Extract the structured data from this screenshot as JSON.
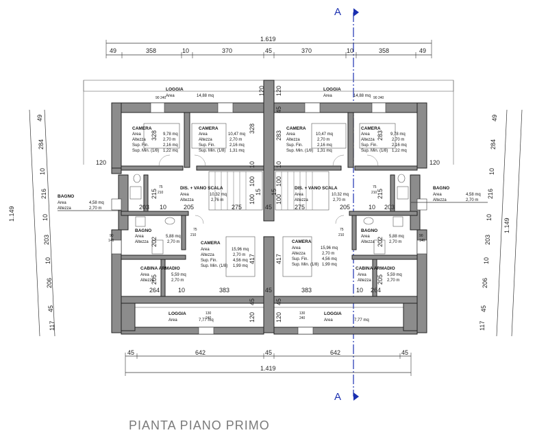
{
  "title": "PIANTA PIANO PRIMO",
  "section_marker": "A",
  "dimensions": {
    "top_total": "1.619",
    "top_parts": [
      "49",
      "358",
      "10",
      "370",
      "45",
      "370",
      "10",
      "358",
      "49"
    ],
    "bottom_parts": [
      "45",
      "642",
      "45",
      "642",
      "45"
    ],
    "bottom_total": "1.419",
    "side_total": "1.149",
    "left_parts": [
      "49",
      "284",
      "10",
      "216",
      "10",
      "203",
      "10",
      "206",
      "45",
      "117"
    ],
    "right_parts": [
      "49",
      "284",
      "10",
      "216",
      "10",
      "203",
      "10",
      "206",
      "45",
      "117"
    ],
    "interior": {
      "d120": "120",
      "d328": "328",
      "d283": "283",
      "d45": "45",
      "d100": "100",
      "d15": "15",
      "d275": "275",
      "d205": "205",
      "d203": "203",
      "d10": "10",
      "d215": "215",
      "d75": "75",
      "d210": "210",
      "d202": "202",
      "d417": "417",
      "d264": "264",
      "d383": "383",
      "d90": "90",
      "d140": "140",
      "d240": "240",
      "d130": "130"
    }
  },
  "labels": {
    "area": "Area",
    "altezza": "Altezza",
    "sup_fin": "Sup. Fin.",
    "sup_min": "Sup. Min. (1/8)",
    "h270": "2,70 m",
    "h276": "2,76 m"
  },
  "rooms": {
    "loggia_top_l": {
      "name": "LOGGIA",
      "area": "14,88 mq"
    },
    "loggia_top_r": {
      "name": "LOGGIA",
      "area": "14,88 mq"
    },
    "camera_a": {
      "name": "CAMERA",
      "area": "9,78 mq",
      "sup_fin": "2,16 mq",
      "sup_min": "1,22 mq"
    },
    "camera_b": {
      "name": "CAMERA",
      "area": "10,47 mq",
      "sup_fin": "2,16 mq",
      "sup_min": "1,31 mq"
    },
    "camera_c": {
      "name": "CAMERA",
      "area": "10,47 mq",
      "sup_fin": "2,16 mq",
      "sup_min": "1,31 mq"
    },
    "camera_d": {
      "name": "CAMERA",
      "area": "9,78 mq",
      "sup_fin": "2,16 mq",
      "sup_min": "1,22 mq"
    },
    "dis_l": {
      "name": "DIS. + VANO SCALA",
      "area": "10,32 mq"
    },
    "dis_r": {
      "name": "DIS. + VANO SCALA",
      "area": "10,32 mq"
    },
    "bagno_ext_l": {
      "name": "BAGNO",
      "area": "4,58 mq"
    },
    "bagno_ext_r": {
      "name": "BAGNO",
      "area": "4,58 mq"
    },
    "bagno_int_l": {
      "name": "BAGNO",
      "area": "5,88 mq"
    },
    "bagno_int_r": {
      "name": "BAGNO",
      "area": "5,88 mq"
    },
    "camera_big_l": {
      "name": "CAMERA",
      "area": "15,96 mq",
      "sup_fin": "4,56 mq",
      "sup_min": "1,99 mq"
    },
    "camera_big_r": {
      "name": "CAMERA",
      "area": "15,96 mq",
      "sup_fin": "4,56 mq",
      "sup_min": "1,99 mq"
    },
    "cabina_l": {
      "name": "CABINA ARMADIO",
      "area": "5,59 mq"
    },
    "cabina_r": {
      "name": "CABINA ARMADIO",
      "area": "5,59 mq"
    },
    "loggia_bot_l": {
      "name": "LOGGIA",
      "area": "7,77 mq"
    },
    "loggia_bot_r": {
      "name": "LOGGIA",
      "area": "7,77 mq"
    }
  }
}
